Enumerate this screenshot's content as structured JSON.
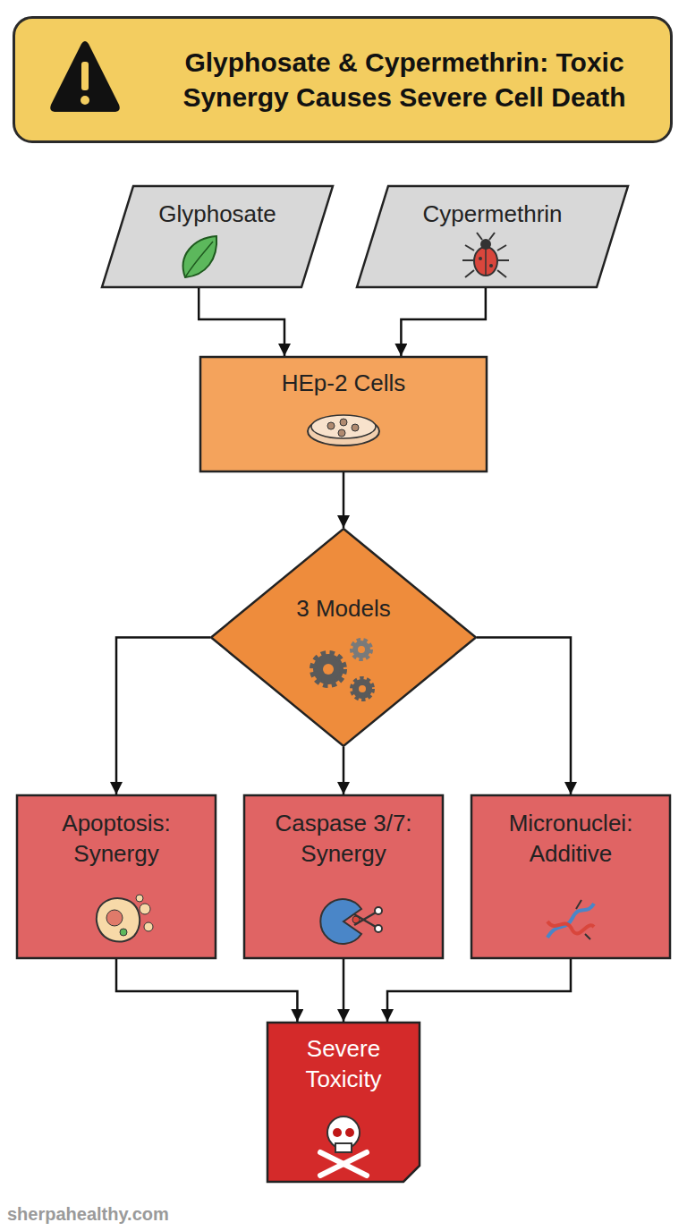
{
  "diagram": {
    "title": "Glyphosate & Cypermethrin: Toxic Synergy Causes Severe Cell Death",
    "nodes": [
      {
        "text": [
          "Glyphosate"
        ]
      },
      {
        "text": [
          "Cypermethrin"
        ]
      },
      {
        "text": [
          "HEp-2 Cells"
        ]
      },
      {
        "text": [
          "3 Models"
        ]
      },
      {
        "text": [
          "Apoptosis: Synergy"
        ]
      },
      {
        "text": [
          "Caspase 3/7: Synergy"
        ]
      },
      {
        "text": [
          "Micronuclei: Additive"
        ]
      },
      {
        "text": [
          "Severe Toxicity"
        ]
      }
    ],
    "edges": [
      {
        "from": 0,
        "to": 2,
        "arrow": "to"
      },
      {
        "from": 1,
        "to": 2,
        "arrow": "to"
      },
      {
        "from": 2,
        "to": 3,
        "arrow": "to"
      },
      {
        "from": 3,
        "to": 4,
        "arrow": "to"
      },
      {
        "from": 3,
        "to": 5,
        "arrow": "to"
      },
      {
        "from": 3,
        "to": 6,
        "arrow": "to"
      },
      {
        "from": 4,
        "to": 7,
        "arrow": "to"
      },
      {
        "from": 5,
        "to": 7,
        "arrow": "to"
      },
      {
        "from": 6,
        "to": 7,
        "arrow": "to"
      }
    ],
    "labels": [
      "sherpahealthy.com"
    ]
  }
}
